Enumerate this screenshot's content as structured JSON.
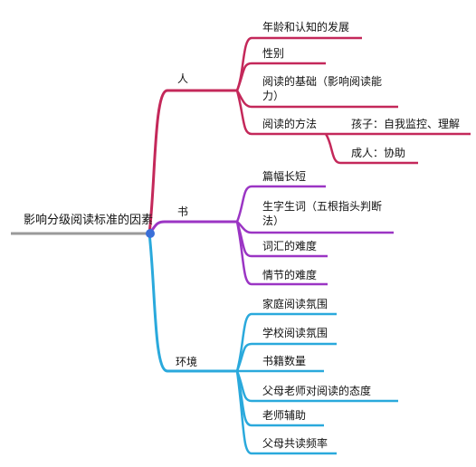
{
  "root": {
    "label": "影响分级阅读标准的因素"
  },
  "branches": [
    {
      "label": "人",
      "color": "#c4285a",
      "children": [
        {
          "label": "年龄和认知的发展"
        },
        {
          "label": "性别"
        },
        {
          "label": "阅读的基础（影响阅读能力）"
        },
        {
          "label": "阅读的方法",
          "children": [
            {
              "label": "孩子：自我监控、理解"
            },
            {
              "label": "成人：协助"
            }
          ]
        }
      ]
    },
    {
      "label": "书",
      "color": "#9b35c4",
      "children": [
        {
          "label": "篇幅长短"
        },
        {
          "label": "生字生词（五根指头判断法）"
        },
        {
          "label": "词汇的难度"
        },
        {
          "label": "情节的难度"
        }
      ]
    },
    {
      "label": "环境",
      "color": "#2aa9dc",
      "children": [
        {
          "label": "家庭阅读氛围"
        },
        {
          "label": "学校阅读氛围"
        },
        {
          "label": "书籍数量"
        },
        {
          "label": "父母老师对阅读的态度"
        },
        {
          "label": "老师辅助"
        },
        {
          "label": "父母共读频率"
        }
      ]
    }
  ],
  "colors": {
    "root_line": "#9a9a9a",
    "center_dot": "#3a6fd8"
  }
}
